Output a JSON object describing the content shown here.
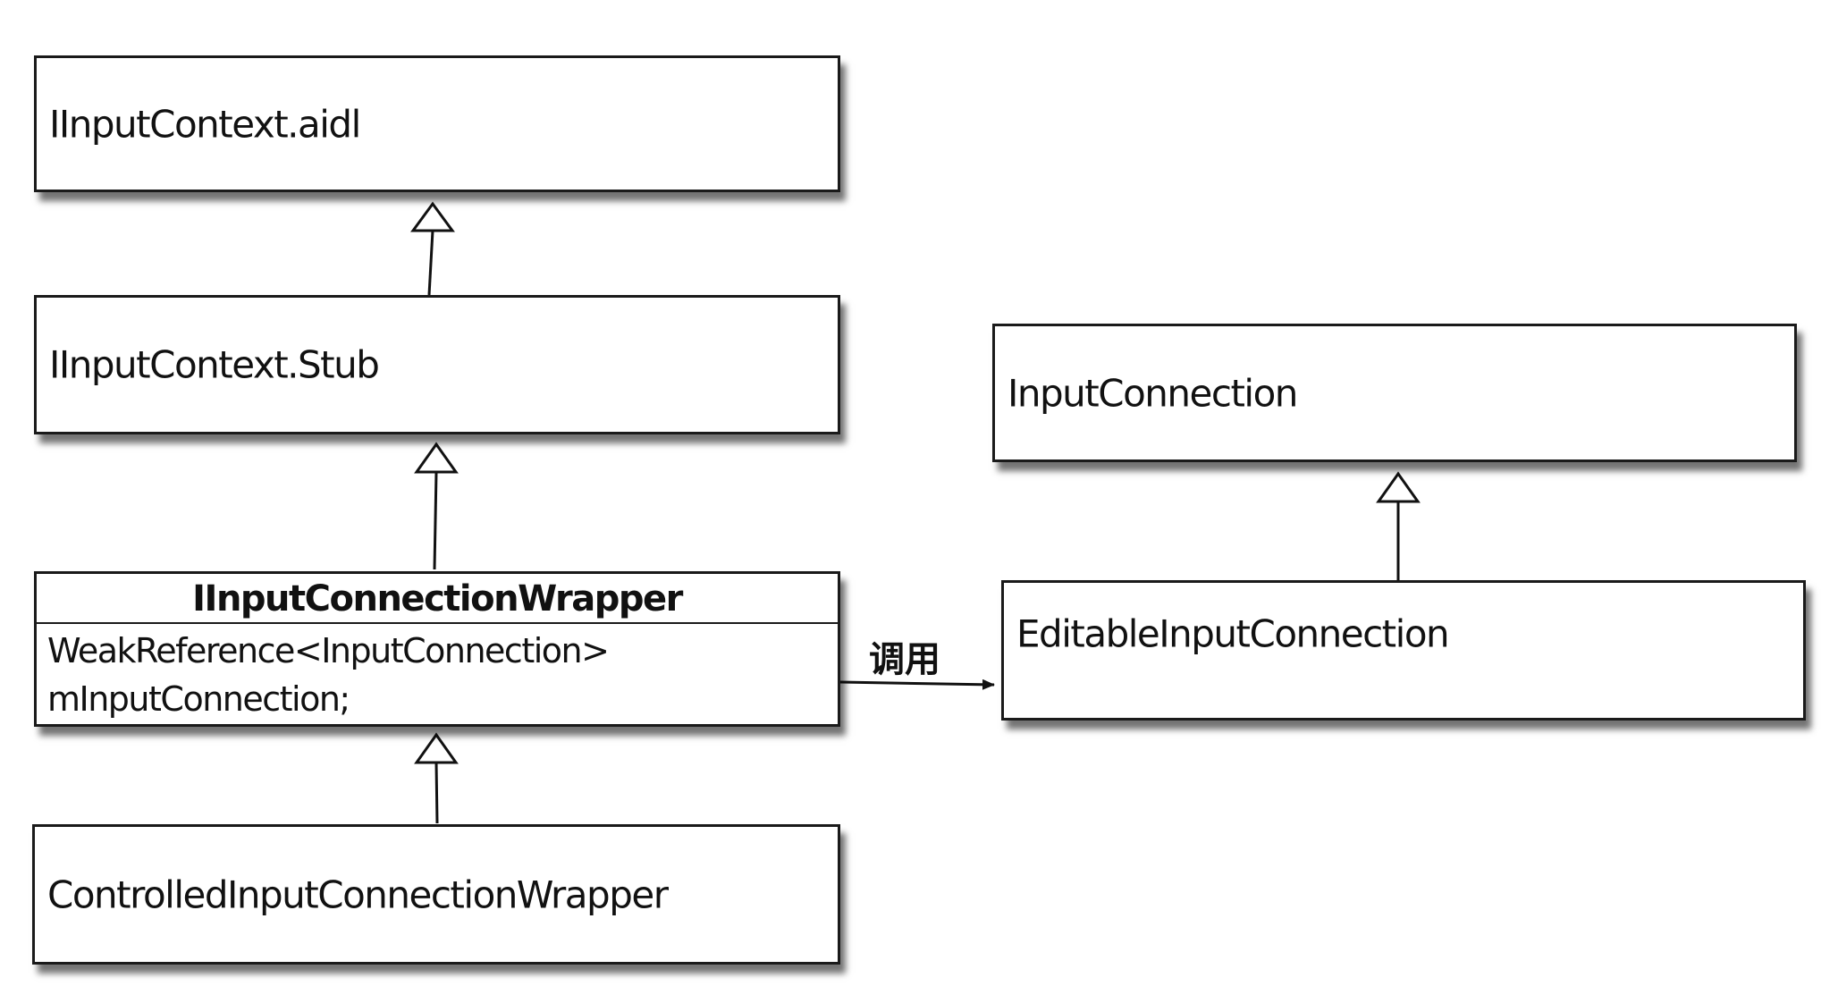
{
  "boxes": {
    "iinputcontext_aidl": "IInputContext.aidl",
    "iinputcontext_stub": "IInputContext.Stub",
    "iinputconnectionwrapper": {
      "name": "IInputConnectionWrapper",
      "attribute_line1": "WeakReference<InputConnection>",
      "attribute_line2": "mInputConnection;"
    },
    "controlled_wrapper": "ControlledInputConnectionWrapper",
    "inputconnection": "InputConnection",
    "editable_inputconnection": "EditableInputConnection"
  },
  "edges": {
    "call_label": "调用"
  }
}
